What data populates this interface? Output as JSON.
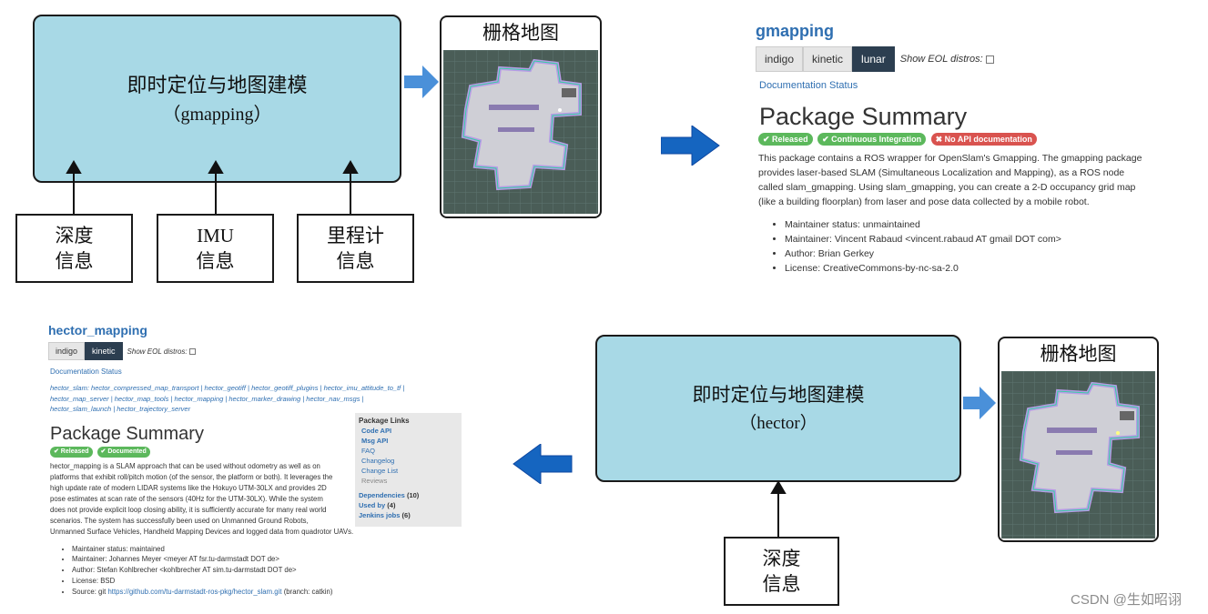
{
  "top_diagram": {
    "module_title": "即时定位与地图建模",
    "module_sub": "（gmapping）",
    "map_title": "栅格地图",
    "inputs": [
      {
        "line1": "深度",
        "line2": "信息"
      },
      {
        "line1": "IMU",
        "line2": "信息"
      },
      {
        "line1": "里程计",
        "line2": "信息"
      }
    ]
  },
  "bottom_diagram": {
    "module_title": "即时定位与地图建模",
    "module_sub": "（hector）",
    "map_title": "栅格地图",
    "input": {
      "line1": "深度",
      "line2": "信息"
    }
  },
  "gmapping_page": {
    "title": "gmapping",
    "tabs": [
      "indigo",
      "kinetic",
      "lunar"
    ],
    "show_eol": "Show EOL distros:",
    "doc_status": "Documentation Status",
    "heading": "Package Summary",
    "badges": [
      {
        "label": "✔ Released",
        "color": "#5cb85c"
      },
      {
        "label": "✔ Continuous Integration",
        "color": "#5cb85c"
      },
      {
        "label": "✖ No API documentation",
        "color": "#d9534f"
      }
    ],
    "summary": [
      "This package contains a ROS wrapper for OpenSlam's Gmapping. The gmapping package",
      "provides laser-based SLAM (Simultaneous Localization and Mapping), as a ROS node",
      "called slam_gmapping. Using slam_gmapping, you can create a 2-D occupancy grid map",
      "(like a building floorplan) from laser and pose data collected by a mobile robot."
    ],
    "items": [
      "Maintainer status: unmaintained",
      "Maintainer: Vincent Rabaud <vincent.rabaud AT gmail DOT com>",
      "Author: Brian Gerkey",
      "License: CreativeCommons-by-nc-sa-2.0"
    ]
  },
  "hector_page": {
    "title": "hector_mapping",
    "tabs": [
      "indigo",
      "kinetic"
    ],
    "show_eol": "Show EOL distros:",
    "doc_status": "Documentation Status",
    "stack_lines": [
      "hector_slam: hector_compressed_map_transport | hector_geotiff | hector_geotiff_plugins | hector_imu_attitude_to_tf |",
      "hector_map_server | hector_map_tools | hector_mapping | hector_marker_drawing | hector_nav_msgs |",
      "hector_slam_launch | hector_trajectory_server"
    ],
    "heading": "Package Summary",
    "badges": [
      {
        "label": "✔ Released",
        "color": "#5cb85c"
      },
      {
        "label": "✔ Documented",
        "color": "#5cb85c"
      }
    ],
    "summary": [
      "hector_mapping is a SLAM approach that can be used without odometry as well as on",
      "platforms that exhibit roll/pitch motion (of the sensor, the platform or both). It leverages the",
      "high update rate of modern LIDAR systems like the Hokuyo UTM-30LX and provides 2D",
      "pose estimates at scan rate of the sensors (40Hz for the UTM-30LX). While the system",
      "does not provide explicit loop closing ability, it is sufficiently accurate for many real world",
      "scenarios. The system has successfully been used on Unmanned Ground Robots,",
      "Unmanned Surface Vehicles, Handheld Mapping Devices and logged data from quadrotor UAVs."
    ],
    "items": [
      "Maintainer status: maintained",
      "Maintainer: Johannes Meyer <meyer AT fsr.tu-darmstadt DOT de>",
      "Author: Stefan Kohlbrecher <kohlbrecher AT sim.tu-darmstadt DOT de>",
      "License: BSD"
    ],
    "source_prefix": "Source: git ",
    "source_link": "https://github.com/tu-darmstadt-ros-pkg/hector_slam.git",
    "source_suffix": " (branch: catkin)",
    "package_links": {
      "title": "Package Links",
      "links": [
        "Code API",
        "Msg API",
        "FAQ",
        "Changelog",
        "Change List",
        "Reviews"
      ],
      "deps": [
        {
          "label": "Dependencies",
          "count": "(10)"
        },
        {
          "label": "Used by",
          "count": "(4)"
        },
        {
          "label": "Jenkins jobs",
          "count": "(6)"
        }
      ]
    }
  },
  "watermark": "CSDN @生如昭诩",
  "colors": {
    "module_fill": "#a8d9e6",
    "arrow_blue": "#1565c0",
    "arrow_light": "#4a90d9",
    "map_bg": "#4a5d57"
  }
}
